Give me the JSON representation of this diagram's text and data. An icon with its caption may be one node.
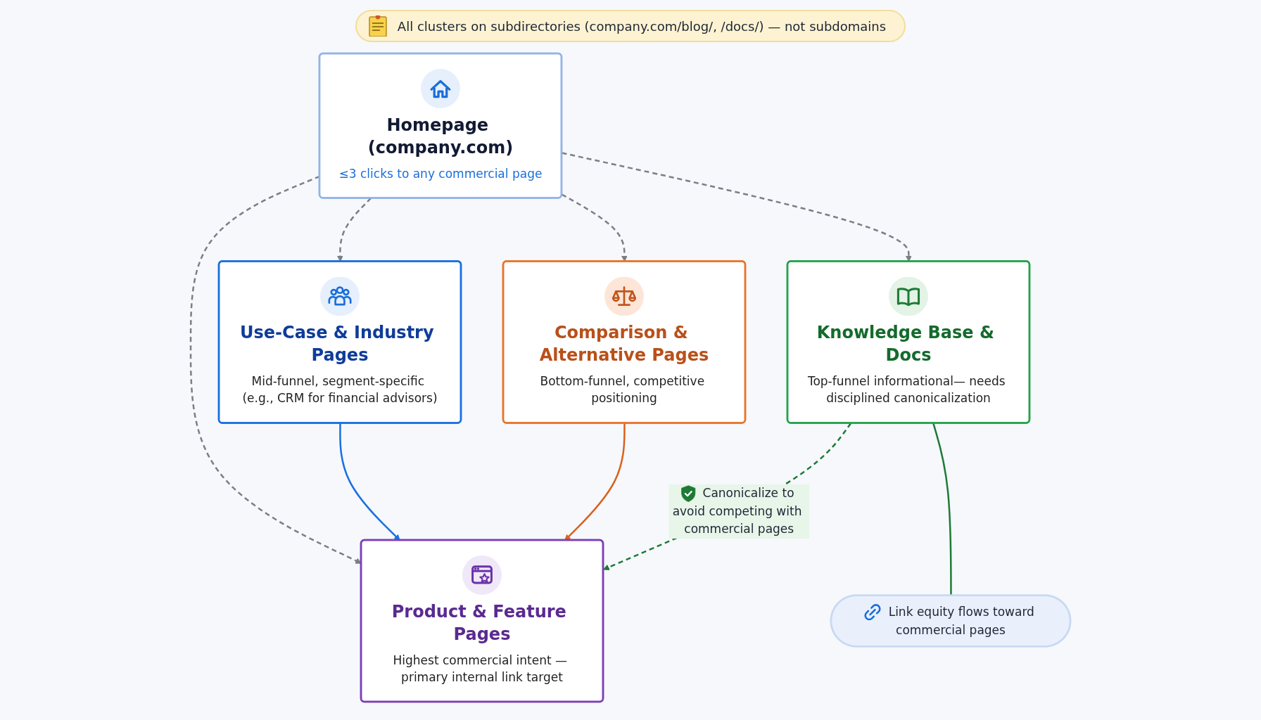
{
  "diagram": {
    "nodes": [
      {
        "text": [
          "Homepage (company.com)",
          "≤3 clicks to any commercial page"
        ]
      },
      {
        "text": [
          "Product & Feature Pages",
          "Highest commercial intent — primary internal link target"
        ]
      },
      {
        "text": [
          "Use-Case & Industry Pages",
          "Mid-funnel, segment-specific (e.g., CRM for financial advisors)"
        ]
      },
      {
        "text": [
          "Comparison & Alternative Pages",
          "Bottom-funnel, competitive positioning"
        ]
      },
      {
        "text": [
          "Knowledge Base & Docs",
          "Top-funnel informational— needs disciplined canonicalization"
        ]
      },
      {
        "text": [
          "Link equity flows toward commercial pages"
        ]
      }
    ],
    "edges": [
      {
        "from": 0,
        "to": 1,
        "arrow": "to",
        "style": "dashed"
      },
      {
        "from": 0,
        "to": 2,
        "arrow": "to",
        "style": "dashed"
      },
      {
        "from": 0,
        "to": 3,
        "arrow": "to",
        "style": "dashed"
      },
      {
        "from": 0,
        "to": 4,
        "arrow": "to",
        "style": "dashed"
      },
      {
        "from": 2,
        "to": 1,
        "arrow": "to",
        "color": "#1a6fe0"
      },
      {
        "from": 3,
        "to": 1,
        "arrow": "to",
        "color": "#d9621e"
      },
      {
        "from": 4,
        "to": 5,
        "arrow": "none",
        "color": "#1e7a35"
      },
      {
        "from": 4,
        "to": 1,
        "arrow": "to",
        "style": "dashed",
        "color": "#1e7a35",
        "label": "Canonicalize to avoid competing with commercial pages"
      }
    ],
    "labels": [
      "All clusters on subdirectories (company.com/blog/, /docs/) — not subdomains"
    ]
  }
}
